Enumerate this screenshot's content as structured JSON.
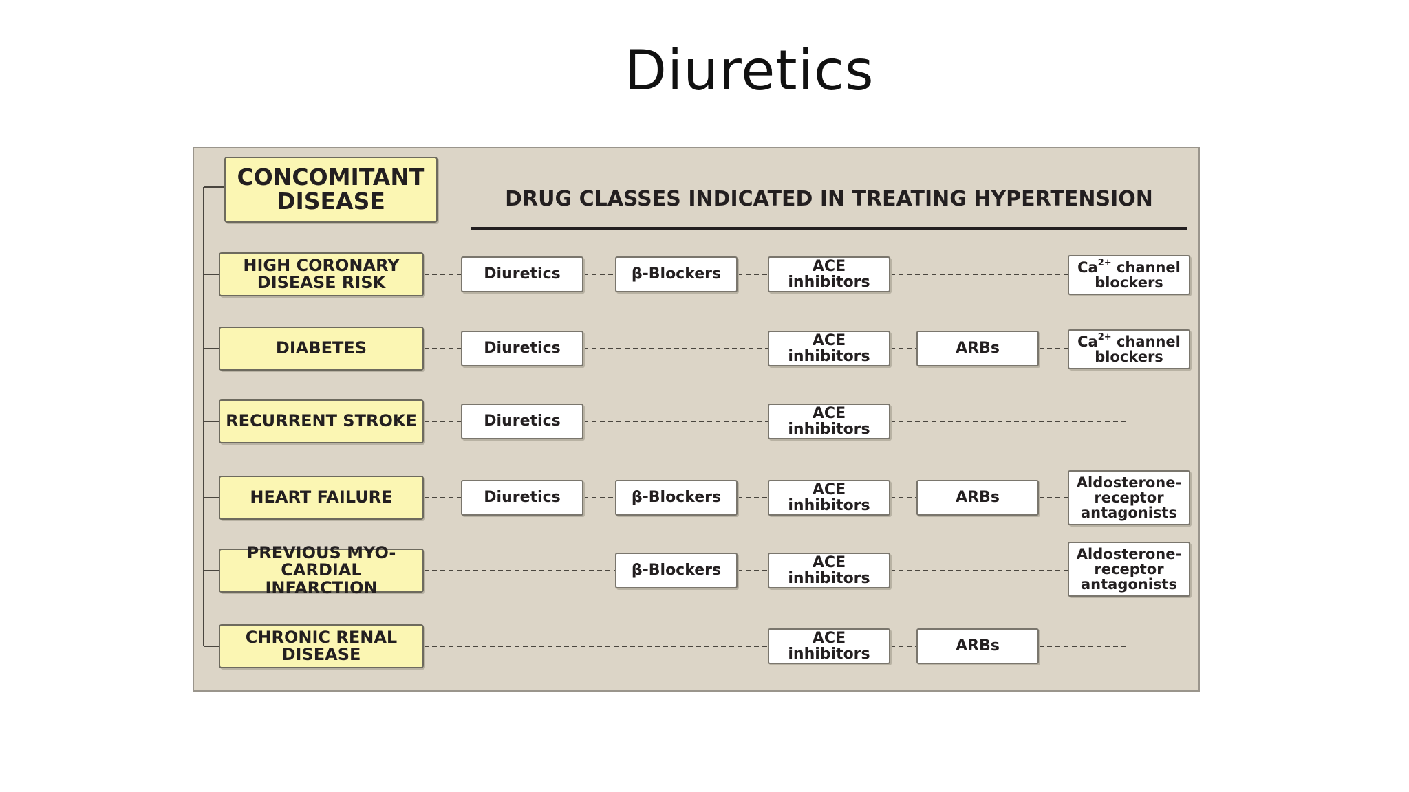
{
  "slide": {
    "title": "Diuretics"
  },
  "diagram": {
    "header": {
      "line1": "CONCOMITANT",
      "line2": "DISEASE"
    },
    "subtitle": "DRUG CLASSES INDICATED IN TREATING HYPERTENSION",
    "drugs": {
      "diuretics": "Diuretics",
      "beta_blockers": "β-Blockers",
      "ace_inhibitors": "ACE inhibitors",
      "arbs": "ARBs",
      "ca_channel_blockers": {
        "prefix": "Ca",
        "superscript": "2+",
        "suffix": " channel",
        "line2": "blockers"
      },
      "aldosterone": {
        "line1": "Aldosterone-",
        "line2": "receptor",
        "line3": "antagonists"
      }
    },
    "rows": [
      {
        "disease_line1": "HIGH CORONARY",
        "disease_line2": "DISEASE RISK",
        "drugs": [
          "Diuretics",
          "β-Blockers",
          "ACE inhibitors",
          "Ca2+ channel blockers"
        ]
      },
      {
        "disease_line1": "DIABETES",
        "disease_line2": "",
        "drugs": [
          "Diuretics",
          "ACE inhibitors",
          "ARBs",
          "Ca2+ channel blockers"
        ]
      },
      {
        "disease_line1": "RECURRENT STROKE",
        "disease_line2": "",
        "drugs": [
          "Diuretics",
          "ACE inhibitors"
        ]
      },
      {
        "disease_line1": "HEART FAILURE",
        "disease_line2": "",
        "drugs": [
          "Diuretics",
          "β-Blockers",
          "ACE inhibitors",
          "ARBs",
          "Aldosterone-receptor antagonists"
        ]
      },
      {
        "disease_line1": "PREVIOUS MYO-",
        "disease_line2": "CARDIAL INFARCTION",
        "drugs": [
          "β-Blockers",
          "ACE inhibitors",
          "Aldosterone-receptor antagonists"
        ]
      },
      {
        "disease_line1": "CHRONIC RENAL",
        "disease_line2": "DISEASE",
        "drugs": [
          "ACE inhibitors",
          "ARBs"
        ]
      }
    ]
  }
}
